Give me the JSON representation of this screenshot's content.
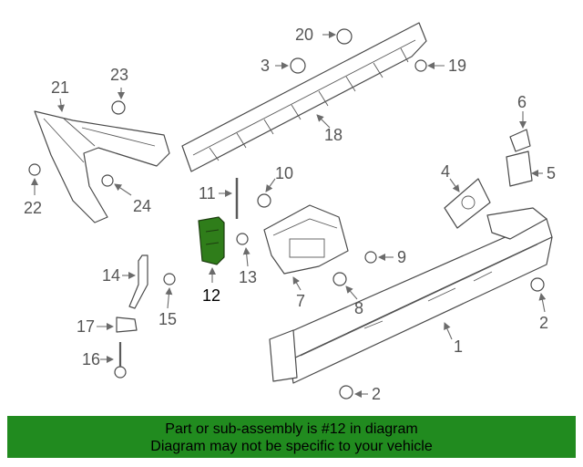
{
  "callouts": {
    "c1": "1",
    "c2a": "2",
    "c2b": "2",
    "c3": "3",
    "c4": "4",
    "c5": "5",
    "c6": "6",
    "c7": "7",
    "c8": "8",
    "c9": "9",
    "c10": "10",
    "c11": "11",
    "c12": "12",
    "c13": "13",
    "c14": "14",
    "c15": "15",
    "c16": "16",
    "c17": "17",
    "c18": "18",
    "c19": "19",
    "c20": "20",
    "c21": "21",
    "c22": "22",
    "c23": "23",
    "c24": "24"
  },
  "highlighted_part": "12",
  "banner": {
    "line1": "Part or sub-assembly is #12 in diagram",
    "line2": "Diagram may not be specific to your vehicle"
  },
  "colors": {
    "banner_bg": "#218b1f",
    "highlight_part": "#2f7d1a"
  }
}
